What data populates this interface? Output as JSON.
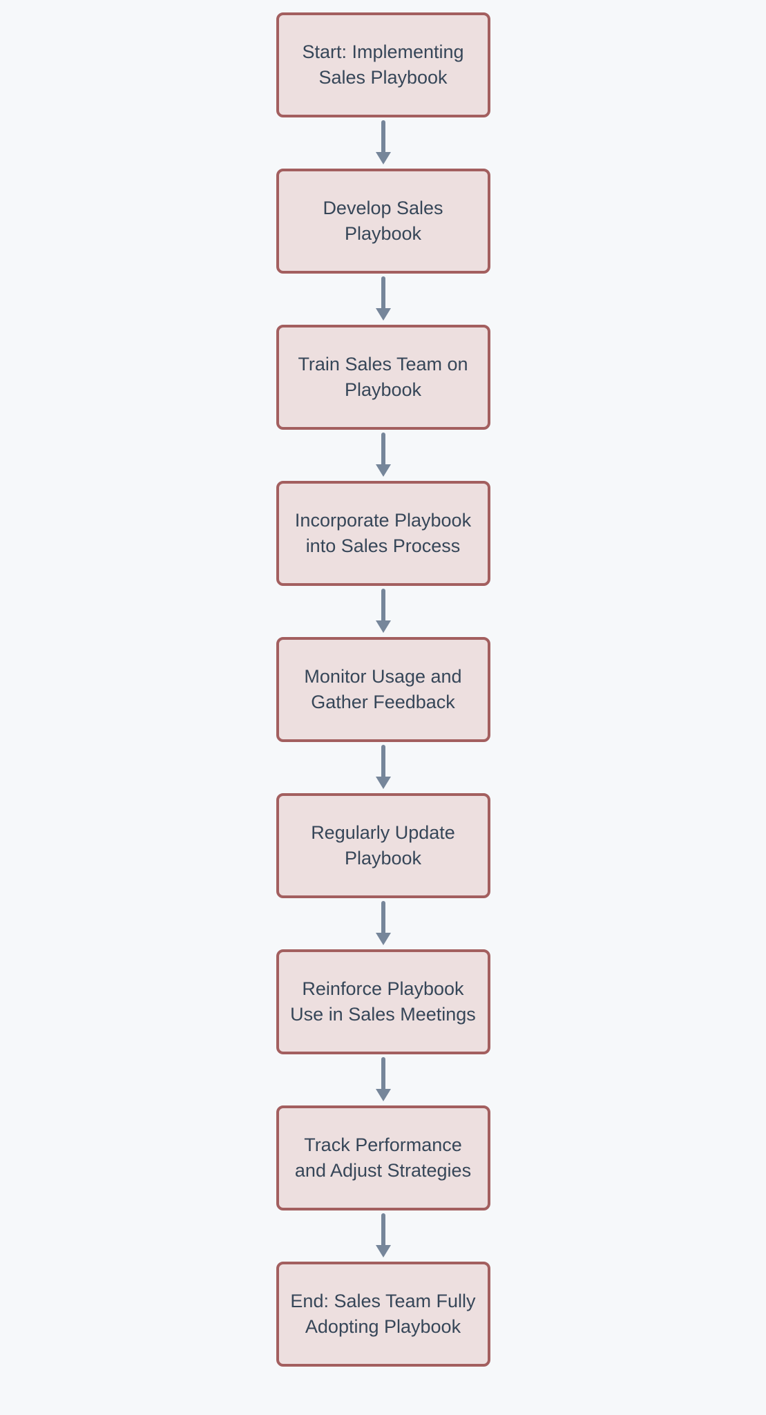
{
  "diagram": {
    "type": "flowchart",
    "direction": "top-down",
    "colors": {
      "background": "#f6f8fa",
      "node_fill": "#eddfdf",
      "node_border": "#a35f5f",
      "text": "#364658",
      "arrow": "#76869a"
    },
    "nodes": [
      {
        "id": "start",
        "label": "Start: Implementing Sales Playbook"
      },
      {
        "id": "develop",
        "label": "Develop Sales Playbook"
      },
      {
        "id": "train",
        "label": "Train Sales Team on Playbook"
      },
      {
        "id": "incorporate",
        "label": "Incorporate Playbook into Sales Process"
      },
      {
        "id": "monitor",
        "label": "Monitor Usage and Gather Feedback"
      },
      {
        "id": "update",
        "label": "Regularly Update Playbook"
      },
      {
        "id": "reinforce",
        "label": "Reinforce Playbook Use in Sales Meetings"
      },
      {
        "id": "track",
        "label": "Track Performance and Adjust Strategies"
      },
      {
        "id": "end",
        "label": "End: Sales Team Fully Adopting Playbook"
      }
    ],
    "edges": [
      {
        "from": "start",
        "to": "develop"
      },
      {
        "from": "develop",
        "to": "train"
      },
      {
        "from": "train",
        "to": "incorporate"
      },
      {
        "from": "incorporate",
        "to": "monitor"
      },
      {
        "from": "monitor",
        "to": "update"
      },
      {
        "from": "update",
        "to": "reinforce"
      },
      {
        "from": "reinforce",
        "to": "track"
      },
      {
        "from": "track",
        "to": "end"
      }
    ]
  }
}
